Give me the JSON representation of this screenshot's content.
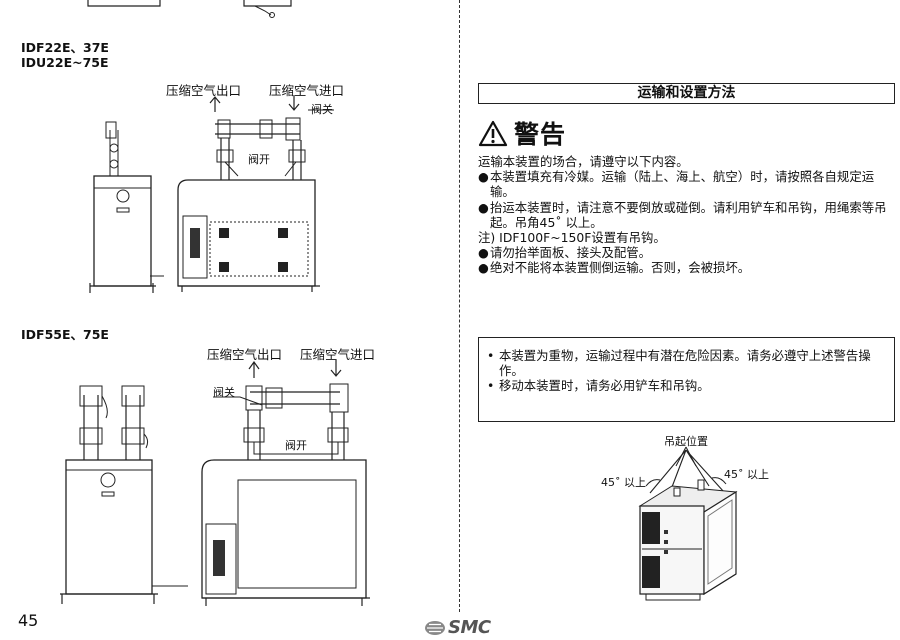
{
  "page_number": "45",
  "brand": "SMC",
  "left": {
    "model_a_line1": "IDF22E、37E",
    "model_a_line2": "IDU22E~75E",
    "model_b": "IDF55E、75E",
    "outlet_label": "压缩空气出口",
    "inlet_label": "压缩空气进口",
    "valve_closed": "阀关",
    "valve_open": "阀开"
  },
  "right": {
    "section_title": "运输和设置方法",
    "warning_title": "警告",
    "intro": "运输本装置的场合，请遵守以下内容。",
    "items": [
      {
        "bullet": "●",
        "text": "本装置填充有冷媒。运输（陆上、海上、航空）时，请按照各自规定运输。"
      },
      {
        "bullet": "●",
        "text": "抬运本装置时，请注意不要倒放或碰倒。请利用铲车和吊钩，用绳索等吊起。吊角45˚ 以上。"
      },
      {
        "bullet": "",
        "text": "注) IDF100F~150F设置有吊钩。"
      },
      {
        "bullet": "●",
        "text": "请勿抬举面板、接头及配管。"
      },
      {
        "bullet": "●",
        "text": "绝对不能将本装置侧倒运输。否则，会被损坏。"
      }
    ],
    "caution_items": [
      {
        "bullet": "•",
        "text": "本装置为重物，运输过程中有潜在危险因素。请务必遵守上述警告操作。"
      },
      {
        "bullet": "•",
        "text": "移动本装置时，请务必用铲车和吊钩。"
      }
    ],
    "lift_position_label": "吊起位置",
    "angle_left": "45˚ 以上",
    "angle_right": "45˚ 以上"
  }
}
